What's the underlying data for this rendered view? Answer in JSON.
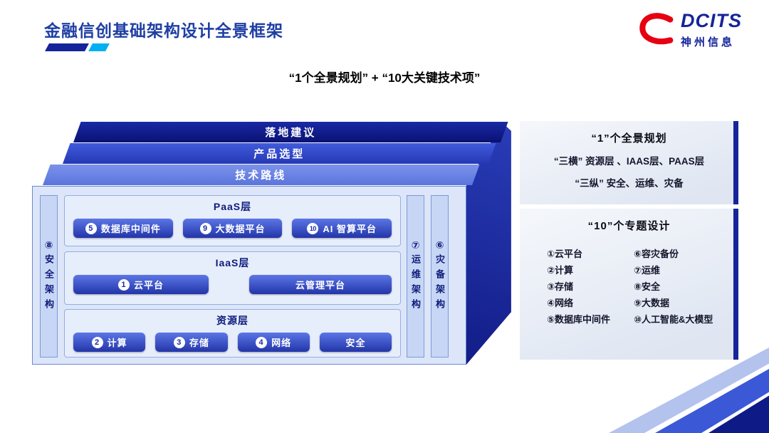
{
  "slide": {
    "title": "金融信创基础架构设计全景框架",
    "subtitle": "“1个全景规划” + “10大关键技术项”"
  },
  "logo": {
    "brand": "DCITS",
    "company": "神州信息"
  },
  "stack": {
    "layers": [
      {
        "label": "落地建议"
      },
      {
        "label": "产品选型"
      },
      {
        "label": "技术路线"
      }
    ],
    "left_bar": {
      "num": "⑧",
      "label": "安全架构"
    },
    "right_bars": [
      {
        "num": "⑦",
        "label": "运维架构"
      },
      {
        "num": "⑥",
        "label": "灾备架构"
      }
    ],
    "sections": [
      {
        "title": "PaaS层",
        "buttons": [
          {
            "num": "5",
            "label": "数据库中间件"
          },
          {
            "num": "9",
            "label": "大数据平台"
          },
          {
            "num": "10",
            "label": "AI 智算平台"
          }
        ]
      },
      {
        "title": "IaaS层",
        "buttons": [
          {
            "num": "1",
            "label": "云平台"
          },
          {
            "label": "云管理平台"
          }
        ]
      },
      {
        "title": "资源层",
        "buttons": [
          {
            "num": "2",
            "label": "计算"
          },
          {
            "num": "3",
            "label": "存储"
          },
          {
            "num": "4",
            "label": "网络"
          },
          {
            "label": "安全"
          }
        ]
      }
    ]
  },
  "panels": {
    "plan": {
      "title": "“1”个全景规划",
      "lines": [
        "“三横” 资源层 、IAAS层、PAAS层",
        "“三纵” 安全、运维、灾备"
      ]
    },
    "topics": {
      "title": "“10”个专题设计",
      "col1": [
        "①云平台",
        "②计算",
        "③存储",
        "④网络",
        "⑤数据库中间件"
      ],
      "col2": [
        "⑥容灾备份",
        "⑦运维",
        "⑧安全",
        "⑨大数据",
        "⑩人工智能&大模型"
      ]
    }
  },
  "colors": {
    "title_blue": "#1e3fa4",
    "layer_dark": "#0a1172",
    "layer_mid": "#2b46cf",
    "layer_light": "#6d86e6",
    "accent_cyan": "#00b0f0",
    "brand_red": "#e60012",
    "panel_accent": "#16249a"
  }
}
